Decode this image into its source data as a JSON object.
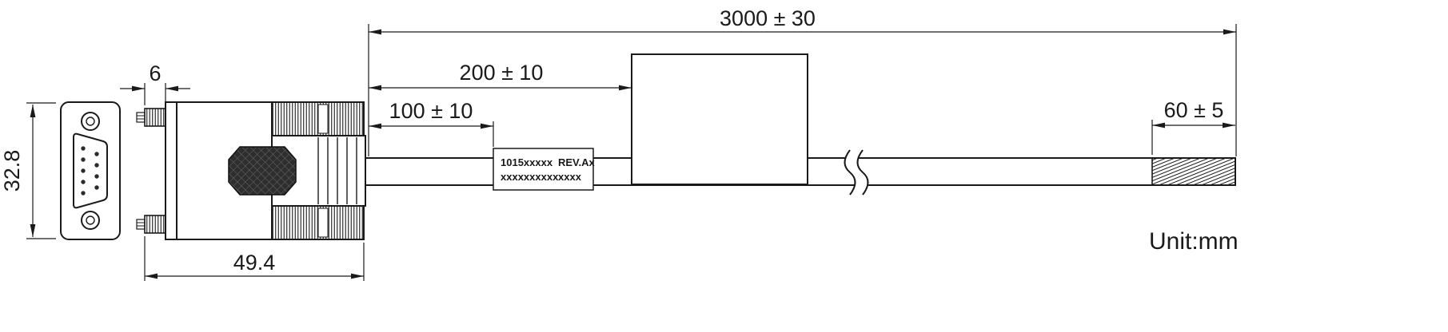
{
  "drawing": {
    "title": "cable-assembly-dimension-drawing",
    "line_color": "#1a1a1a",
    "unit_label": "Unit:mm",
    "dims": {
      "connector_height": "32.8",
      "thumbscrew_width": "6",
      "connector_length": "49.4",
      "label_position": "100 ± 10",
      "ferrite_position": "200 ± 10",
      "overall_length": "3000 ± 30",
      "strip_length": "60 ± 5"
    },
    "cable_label": {
      "part_number": "1015xxxxx",
      "revision": "REV.Ax",
      "serial": "xxxxxxxxxx",
      "extra": "xxxx"
    }
  }
}
